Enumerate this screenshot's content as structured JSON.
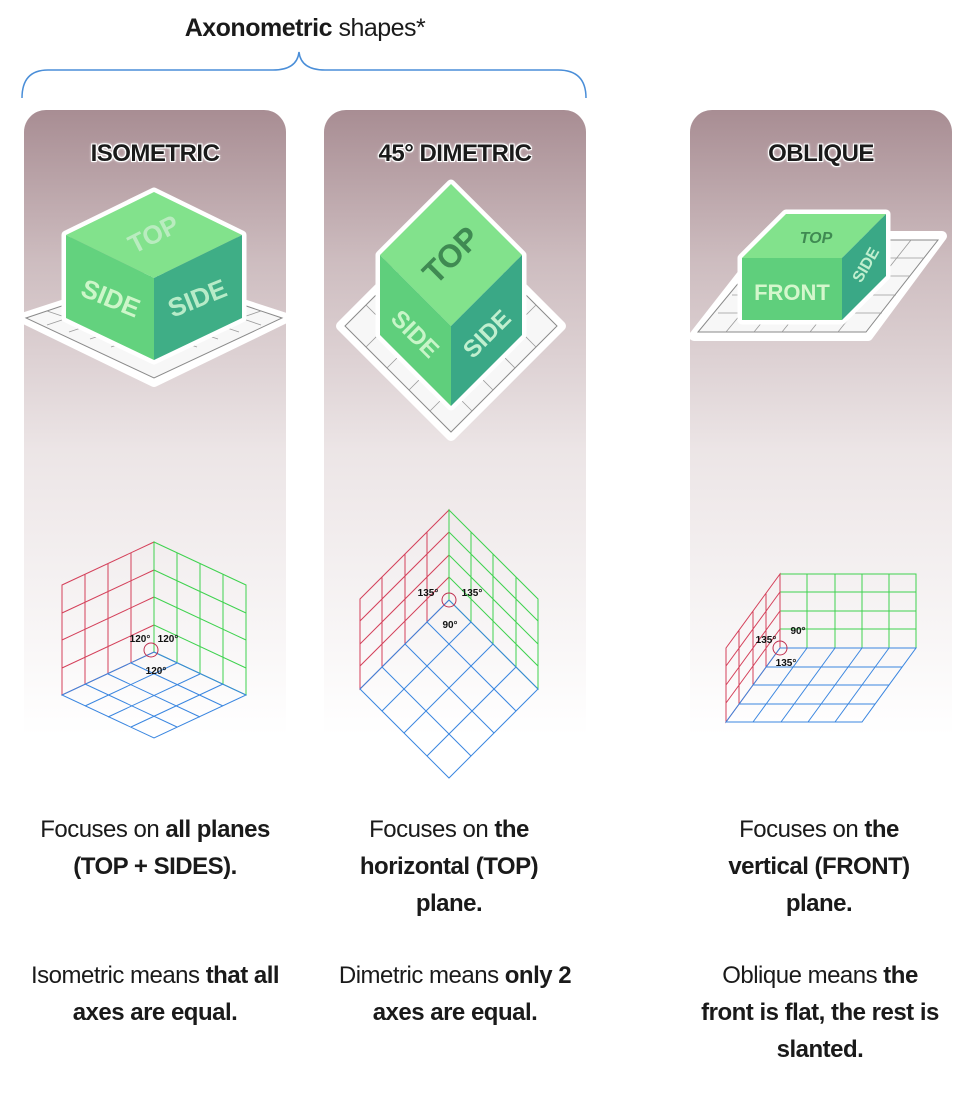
{
  "header": {
    "title_bold": "Axonometric",
    "title_rest": " shapes*"
  },
  "panels": [
    {
      "title": "ISOMETRIC",
      "cube_labels": {
        "top": "TOP",
        "left": "SIDE",
        "right": "SIDE"
      },
      "angles": [
        "120°",
        "120°",
        "120°"
      ],
      "caption1": {
        "pre": "Focuses on ",
        "bold": "all planes (TOP + SIDES).",
        "post": ""
      },
      "caption2": {
        "pre": "Isometric means ",
        "bold": "that all axes are equal.",
        "post": ""
      }
    },
    {
      "title": "45° DIMETRIC",
      "cube_labels": {
        "top": "TOP",
        "left": "SIDE",
        "right": "SIDE"
      },
      "angles": [
        "135°",
        "135°",
        "90°"
      ],
      "caption1": {
        "pre": "Focuses on ",
        "bold": "the horizontal (TOP) plane.",
        "post": ""
      },
      "caption2": {
        "pre": "Dimetric means ",
        "bold": "only 2 axes are equal.",
        "post": ""
      }
    },
    {
      "title": "OBLIQUE",
      "cube_labels": {
        "top": "TOP",
        "front": "FRONT",
        "right": "SIDE"
      },
      "angles": [
        "135°",
        "90°",
        "135°"
      ],
      "caption1": {
        "pre": "Focuses on ",
        "bold": "the vertical (FRONT) plane.",
        "post": ""
      },
      "caption2": {
        "pre": "Oblique means ",
        "bold": "the front is flat, the rest is slanted.",
        "post": ""
      }
    }
  ],
  "colors": {
    "cube_top": "#7fe08a",
    "cube_side_left": "#5fcf7c",
    "cube_side_right": "#3fae84",
    "cube_label": "#c8f5c8",
    "grid_red": "#d4405a",
    "grid_green": "#3fd24f",
    "grid_blue": "#3a86e0"
  }
}
